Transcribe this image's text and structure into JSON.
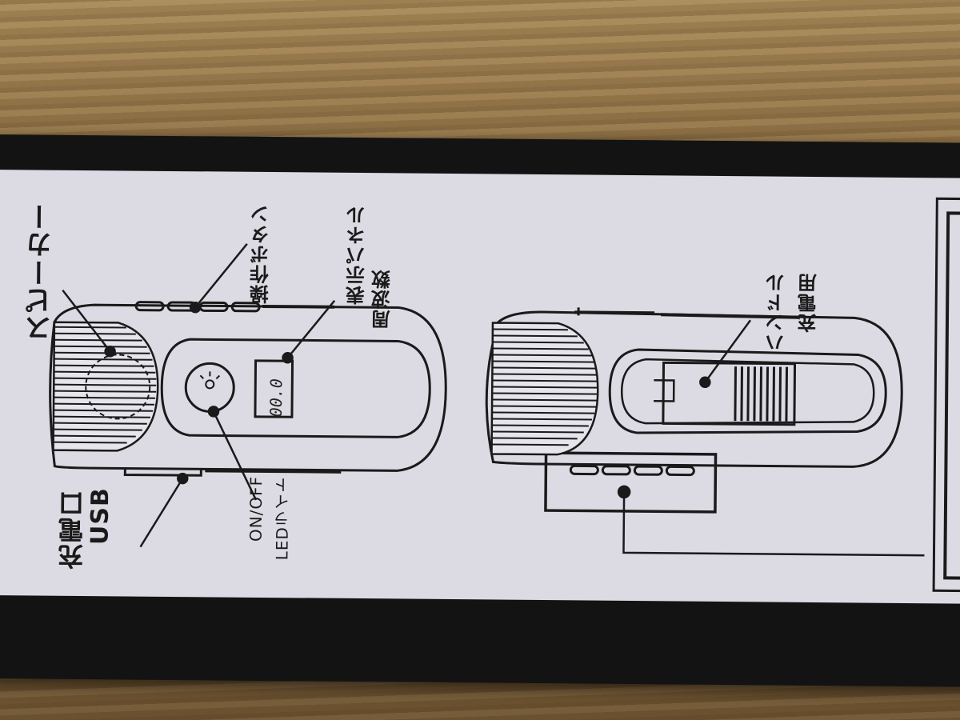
{
  "labels": {
    "speaker": "スピーカー",
    "operation_buttons": "操作ボタン",
    "freq_line1": "周波数",
    "freq_line2": "表示パネル",
    "usb_line1": "USB",
    "usb_line2": "充電口",
    "led_line1": "LEDライト",
    "led_line2": "ON/OFF",
    "handle_line1": "充電用",
    "handle_line2": "ハンドル"
  },
  "display": {
    "readout": "00.0"
  },
  "colors": {
    "box": "#131313",
    "label": "#dcdbe4",
    "ink": "#1a1a1a",
    "wood": "#94764a"
  }
}
